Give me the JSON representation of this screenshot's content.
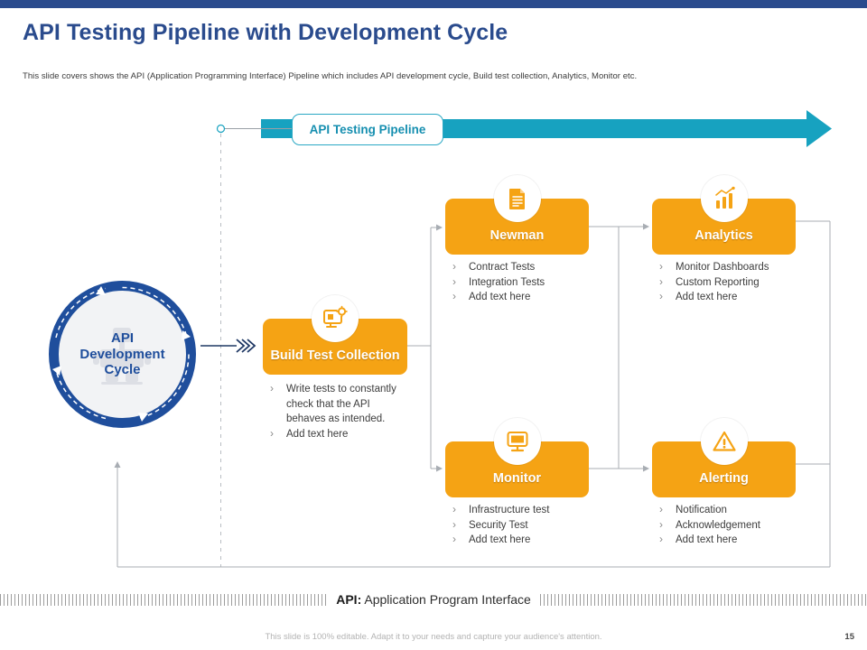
{
  "slide": {
    "title": "API Testing Pipeline with Development Cycle",
    "subtitle": "This slide covers shows the API (Application Programming  Interface) Pipeline  which includes API development cycle, Build test collection, Analytics, Monitor etc.",
    "accent_blue": "#2a4b8d",
    "accent_teal": "#17a2c0",
    "accent_orange": "#f5a314"
  },
  "ribbon": {
    "label": "API Testing Pipeline"
  },
  "cycle": {
    "line1": "API",
    "line2": "Development",
    "line3": "Cycle",
    "watermark_icon": "api-gear-icon"
  },
  "stages": {
    "build": {
      "name": "Build Test Collection",
      "icon": "screen-settings-icon",
      "bullets": [
        "Write tests to constantly check that the API behaves as intended.",
        "Add text here"
      ]
    },
    "newman": {
      "name": "Newman",
      "icon": "document-icon",
      "bullets": [
        "Contract Tests",
        "Integration Tests",
        "Add text here"
      ]
    },
    "analytics": {
      "name": "Analytics",
      "icon": "bar-chart-icon",
      "bullets": [
        "Monitor Dashboards",
        "Custom Reporting",
        "Add text here"
      ]
    },
    "monitor": {
      "name": "Monitor",
      "icon": "desktop-monitor-icon",
      "bullets": [
        "Infrastructure test",
        "Security Test",
        "Add text here"
      ]
    },
    "alerting": {
      "name": "Alerting",
      "icon": "warning-triangle-icon",
      "bullets": [
        "Notification",
        "Acknowledgement",
        "Add text here"
      ]
    }
  },
  "footer": {
    "legend_abbr": "API:",
    "legend_expansion": " Application Program Interface",
    "edit_note": "This slide is 100% editable. Adapt it to your needs and capture your audience's attention.",
    "page_number": "15"
  }
}
